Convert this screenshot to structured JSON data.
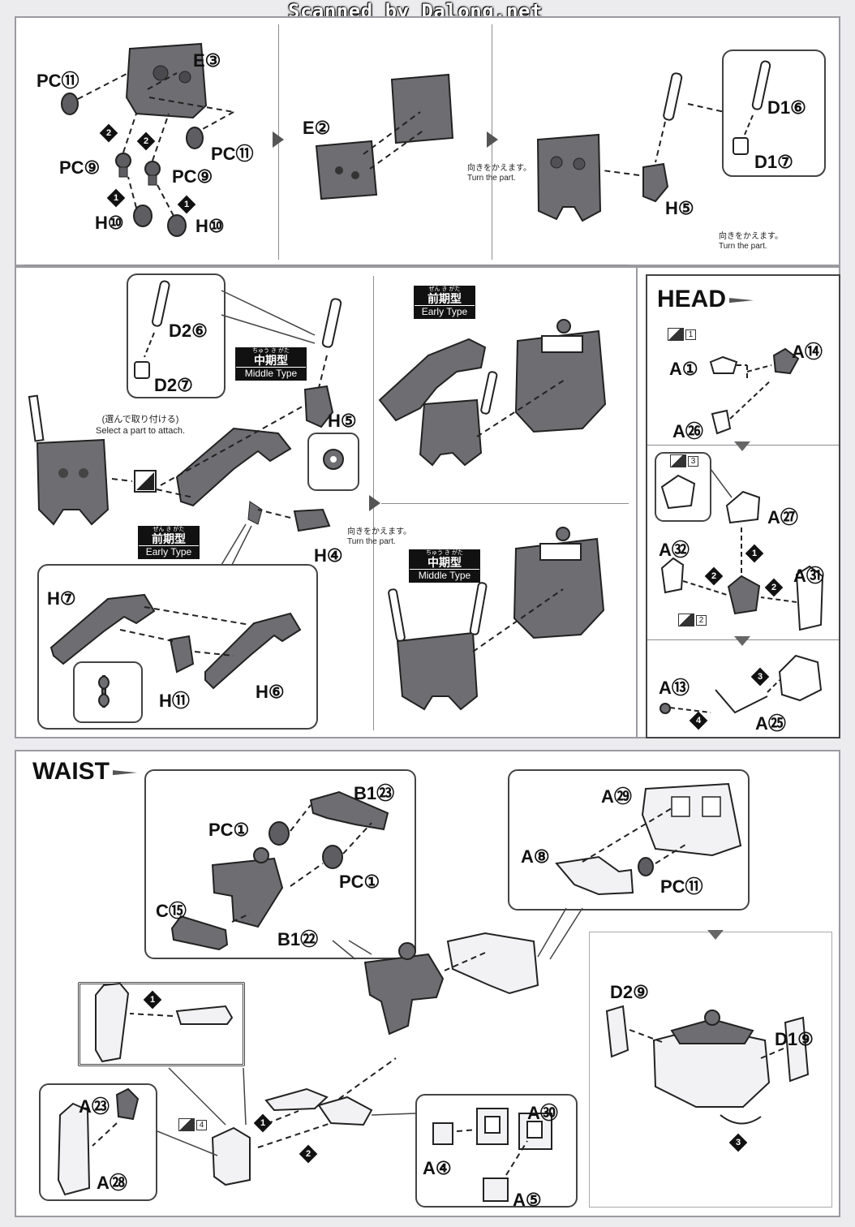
{
  "watermark": "Scanned by Dalong.net",
  "top_section": {
    "labels": {
      "pc11_a": "PC⑪",
      "e3": "E③",
      "pc11_b": "PC⑪",
      "pc9_a": "PC⑨",
      "pc9_b": "PC⑨",
      "h10_a": "H⑩",
      "h10_b": "H⑩",
      "e2": "E②",
      "d16": "D1⑥",
      "d17": "D1⑦",
      "h5": "H⑤"
    },
    "steps": [
      "2",
      "2",
      "1",
      "1"
    ],
    "note_turn_1": [
      "向きをかえます。",
      "Turn the part."
    ],
    "note_turn_2": [
      "向きをかえます。",
      "Turn the part."
    ]
  },
  "middle_section": {
    "labels": {
      "d26": "D2⑥",
      "d27": "D2⑦",
      "h5": "H⑤",
      "h4": "H④",
      "h7": "H⑦",
      "h11": "H⑪",
      "h6": "H⑥"
    },
    "select_note": [
      "(選んで取り付ける)",
      "Select a part to attach."
    ],
    "note_turn": [
      "向きをかえます。",
      "Turn the part."
    ],
    "tag_middle_a": {
      "ruby": "ちゅう き がた",
      "jp": "中期型",
      "en": "Middle Type"
    },
    "tag_early_a": {
      "ruby": "ぜん き がた",
      "jp": "前期型",
      "en": "Early Type"
    },
    "tag_early_b": {
      "ruby": "ぜん き がた",
      "jp": "前期型",
      "en": "Early Type"
    },
    "tag_middle_b": {
      "ruby": "ちゅう き がた",
      "jp": "中期型",
      "en": "Middle Type"
    }
  },
  "head_section": {
    "title": "HEAD",
    "labels": {
      "a1": "A①",
      "a14": "A⑭",
      "a26": "A㉖",
      "a27": "A㉗",
      "a32": "A㉜",
      "a31": "A㉛",
      "a13": "A⑬",
      "a25": "A㉕"
    },
    "stickers": [
      "1",
      "3",
      "2"
    ],
    "steps": [
      "1",
      "2",
      "2",
      "3",
      "4"
    ]
  },
  "waist_section": {
    "title": "WAIST",
    "labels": {
      "b123": "B1㉓",
      "pc1_a": "PC①",
      "pc1_b": "PC①",
      "c15": "C⑮",
      "b122": "B1㉒",
      "a29": "A㉙",
      "a8": "A⑧",
      "pc11": "PC⑪",
      "d29": "D2⑨",
      "d19": "D1⑨",
      "a23": "A㉓",
      "a28": "A㉘",
      "a30": "A㉚",
      "a4": "A④",
      "a5": "A⑤"
    },
    "stickers": [
      "4"
    ],
    "steps": [
      "1",
      "1",
      "2",
      "3"
    ]
  }
}
